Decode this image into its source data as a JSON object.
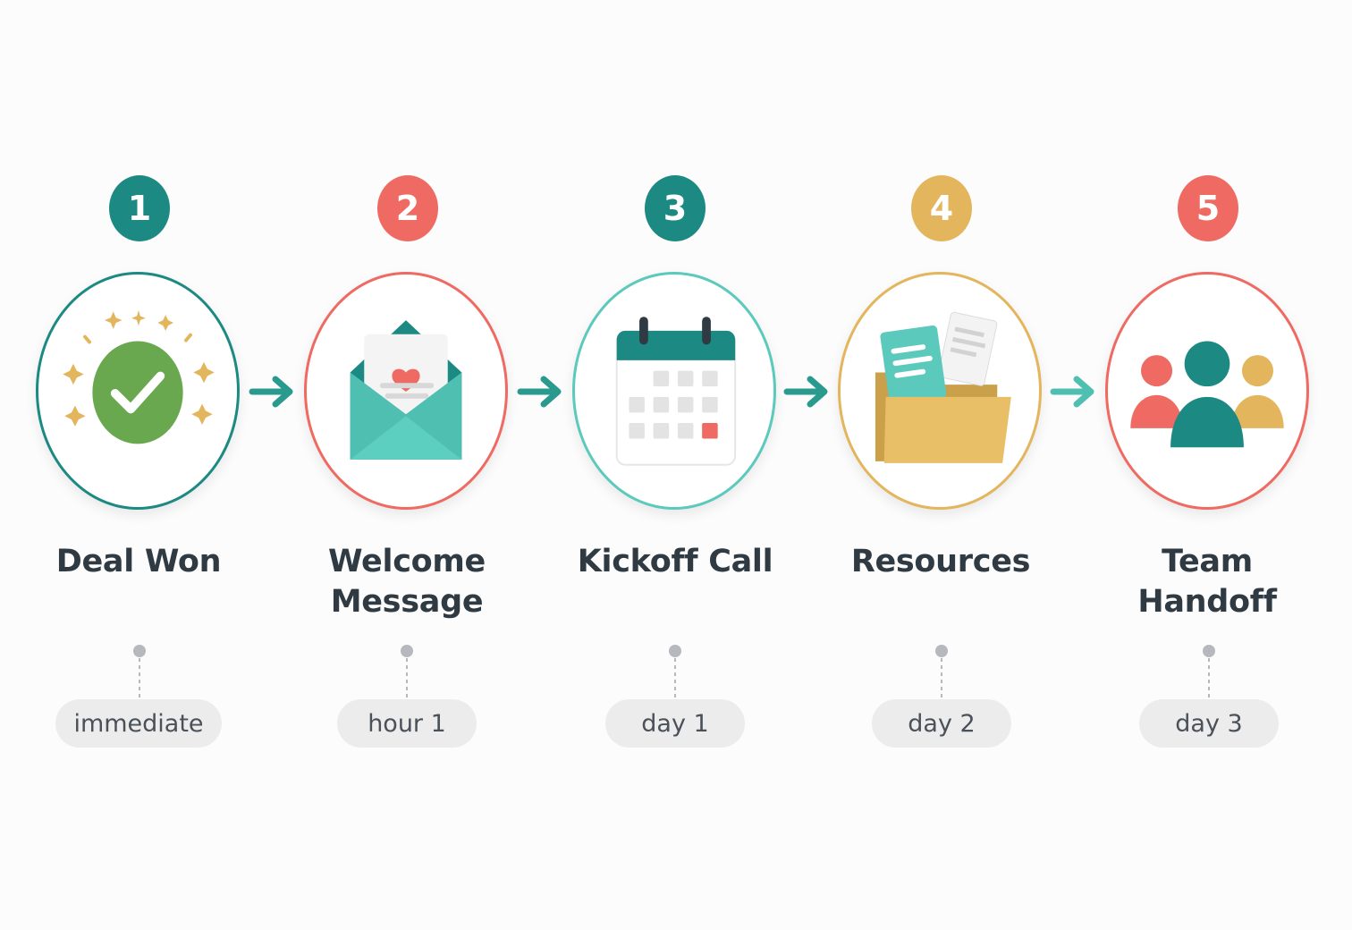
{
  "colors": {
    "teal": "#1c8a82",
    "coral": "#ee6a62",
    "mint": "#5cc9bd",
    "gold": "#e3b55d",
    "green": "#6aa84f",
    "arrow": "#2a9a8f",
    "text": "#2f3a43",
    "pill_bg": "#ececec",
    "pill_text": "#4a5159"
  },
  "steps": [
    {
      "number": "1",
      "title_lines": [
        "Deal Won"
      ],
      "timing": "immediate",
      "icon": "checkmark-badge-icon",
      "badge_color": "#1c8a82",
      "ring_color": "#1c8a82"
    },
    {
      "number": "2",
      "title_lines": [
        "Welcome",
        "Message"
      ],
      "timing": "hour 1",
      "icon": "envelope-heart-icon",
      "badge_color": "#ee6a62",
      "ring_color": "#ee6a62"
    },
    {
      "number": "3",
      "title_lines": [
        "Kickoff Call"
      ],
      "timing": "day 1",
      "icon": "calendar-icon",
      "badge_color": "#1c8a82",
      "ring_color": "#5cc9bd"
    },
    {
      "number": "4",
      "title_lines": [
        "Resources"
      ],
      "timing": "day 2",
      "icon": "folder-documents-icon",
      "badge_color": "#e3b55d",
      "ring_color": "#e3b55d"
    },
    {
      "number": "5",
      "title_lines": [
        "Team",
        "Handoff"
      ],
      "timing": "day 3",
      "icon": "team-people-icon",
      "badge_color": "#ee6a62",
      "ring_color": "#ee6a62"
    }
  ]
}
